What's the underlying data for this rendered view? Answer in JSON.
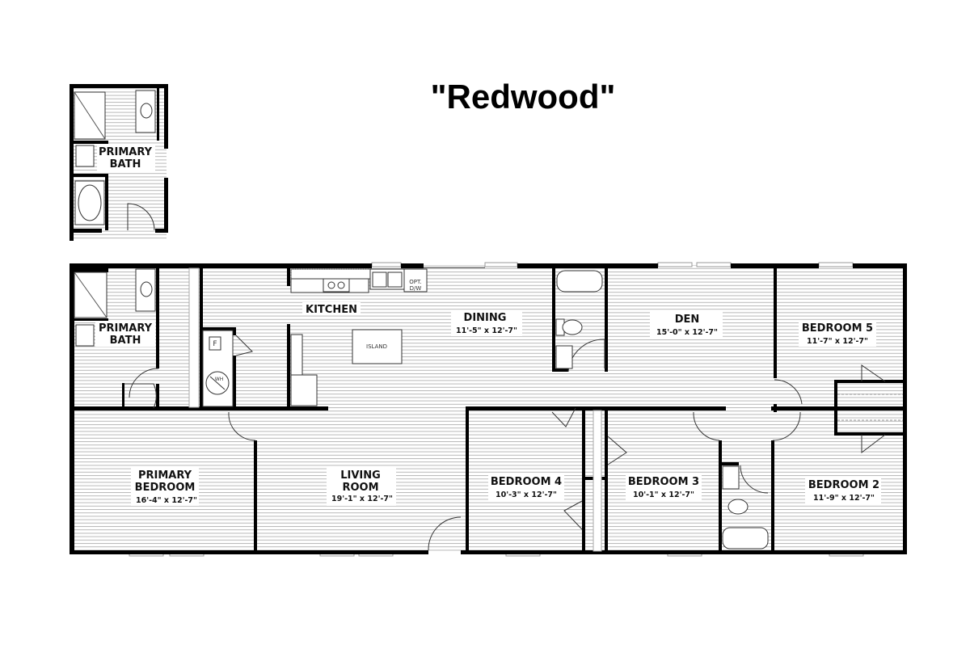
{
  "title": "\"Redwood\"",
  "inset": {
    "room": {
      "name_line1": "PRIMARY",
      "name_line2": "BATH"
    }
  },
  "rooms": {
    "primary_bath": {
      "name_line1": "PRIMARY",
      "name_line2": "BATH"
    },
    "kitchen": {
      "name": "KITCHEN"
    },
    "dining": {
      "name": "DINING",
      "size": "11'-5\" x 12'-7\""
    },
    "den": {
      "name": "DEN",
      "size": "15'-0\" x 12'-7\""
    },
    "bedroom5": {
      "name": "BEDROOM 5",
      "size": "11'-7\" x 12'-7\""
    },
    "primary_bedroom": {
      "name_line1": "PRIMARY",
      "name_line2": "BEDROOM",
      "size": "16'-4\" x 12'-7\""
    },
    "living_room": {
      "name_line1": "LIVING",
      "name_line2": "ROOM",
      "size": "19'-1\" x 12'-7\""
    },
    "bedroom4": {
      "name": "BEDROOM 4",
      "size": "10'-3\" x 12'-7\""
    },
    "bedroom3": {
      "name": "BEDROOM 3",
      "size": "10'-1\" x 12'-7\""
    },
    "bedroom2": {
      "name": "BEDROOM 2",
      "size": "11'-9\" x 12'-7\""
    }
  },
  "fixtures": {
    "island": "ISLAND",
    "dishwasher_line1": "OPT.",
    "dishwasher_line2": "D/W",
    "furnace": "F",
    "water_heater": "WH"
  }
}
